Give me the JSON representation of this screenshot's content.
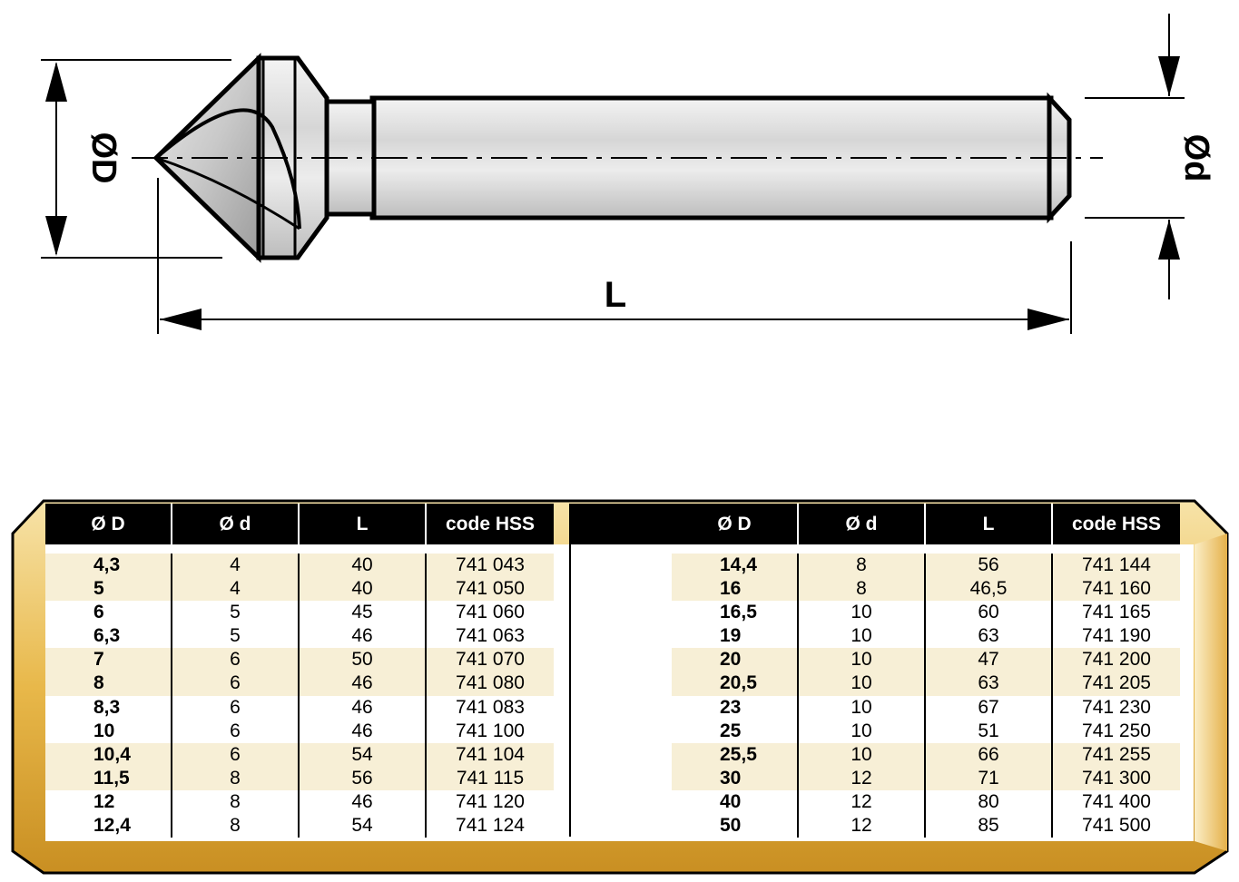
{
  "drawing": {
    "label_D": "ØD",
    "label_d": "Ød",
    "label_L": "L"
  },
  "table": {
    "headers": [
      "Ø D",
      "Ø d",
      "L",
      "code HSS"
    ],
    "left_rows": [
      [
        "4,3",
        "4",
        "40",
        "741 043"
      ],
      [
        "5",
        "4",
        "40",
        "741 050"
      ],
      [
        "6",
        "5",
        "45",
        "741 060"
      ],
      [
        "6,3",
        "5",
        "46",
        "741 063"
      ],
      [
        "7",
        "6",
        "50",
        "741 070"
      ],
      [
        "8",
        "6",
        "46",
        "741 080"
      ],
      [
        "8,3",
        "6",
        "46",
        "741 083"
      ],
      [
        "10",
        "6",
        "46",
        "741 100"
      ],
      [
        "10,4",
        "6",
        "54",
        "741 104"
      ],
      [
        "11,5",
        "8",
        "56",
        "741 115"
      ],
      [
        "12",
        "8",
        "46",
        "741 120"
      ],
      [
        "12,4",
        "8",
        "54",
        "741 124"
      ]
    ],
    "right_rows": [
      [
        "14,4",
        "8",
        "56",
        "741 144"
      ],
      [
        "16",
        "8",
        "46,5",
        "741 160"
      ],
      [
        "16,5",
        "10",
        "60",
        "741 165"
      ],
      [
        "19",
        "10",
        "63",
        "741 190"
      ],
      [
        "20",
        "10",
        "47",
        "741 200"
      ],
      [
        "20,5",
        "10",
        "63",
        "741 205"
      ],
      [
        "23",
        "10",
        "67",
        "741 230"
      ],
      [
        "25",
        "10",
        "51",
        "741 250"
      ],
      [
        "25,5",
        "10",
        "66",
        "741 255"
      ],
      [
        "30",
        "12",
        "71",
        "741 300"
      ],
      [
        "40",
        "12",
        "80",
        "741 400"
      ],
      [
        "50",
        "12",
        "85",
        "741 500"
      ]
    ],
    "shaded_row_pattern": [
      true,
      true,
      false,
      false,
      true,
      true,
      false,
      false,
      true,
      true,
      false,
      false
    ],
    "colors": {
      "header_bg": "#000000",
      "shade": "#f7efd6",
      "frame_gold": "#e8b84a"
    }
  }
}
